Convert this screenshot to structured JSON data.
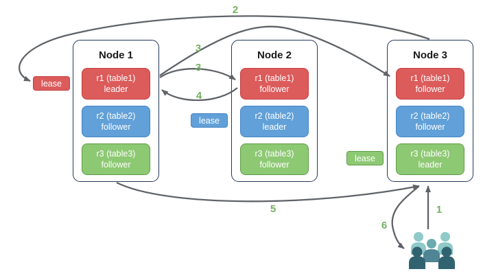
{
  "title": "Raft replication write scenario diagram",
  "palette": {
    "red-fill": "#dc5b5b",
    "red-border": "#c43d3d",
    "blue-fill": "#61a0d8",
    "blue-border": "#4585c6",
    "green-fill": "#8dc873",
    "green-border": "#5e9c48",
    "node-border": "#24365c",
    "arrow": "#5f6368",
    "step-green": "#72b05e",
    "users-light": "#8fc9c9",
    "users-midhead": "#6baaaf",
    "users-midbody": "#4e8494",
    "users-dark": "#31626f"
  },
  "nodes": [
    {
      "title": "Node 1",
      "replicas": [
        {
          "name": "r1 (table1)",
          "role": "leader",
          "color": "red"
        },
        {
          "name": "r2 (table2)",
          "role": "follower",
          "color": "blue"
        },
        {
          "name": "r3 (table3)",
          "role": "follower",
          "color": "green"
        }
      ]
    },
    {
      "title": "Node 2",
      "replicas": [
        {
          "name": "r1 (table1)",
          "role": "follower",
          "color": "red"
        },
        {
          "name": "r2 (table2)",
          "role": "leader",
          "color": "blue"
        },
        {
          "name": "r3 (table3)",
          "role": "follower",
          "color": "green"
        }
      ]
    },
    {
      "title": "Node 3",
      "replicas": [
        {
          "name": "r1 (table1)",
          "role": "follower",
          "color": "red"
        },
        {
          "name": "r2 (table2)",
          "role": "follower",
          "color": "blue"
        },
        {
          "name": "r3 (table3)",
          "role": "leader",
          "color": "green"
        }
      ]
    }
  ],
  "leases": [
    {
      "label": "lease",
      "color": "red"
    },
    {
      "label": "lease",
      "color": "blue"
    },
    {
      "label": "lease",
      "color": "green"
    }
  ],
  "steps": [
    {
      "label": "1"
    },
    {
      "label": "2"
    },
    {
      "label": "3"
    },
    {
      "label": "3"
    },
    {
      "label": "4"
    },
    {
      "label": "5"
    },
    {
      "label": "6"
    }
  ],
  "icons": {
    "users": "users-group-icon"
  }
}
